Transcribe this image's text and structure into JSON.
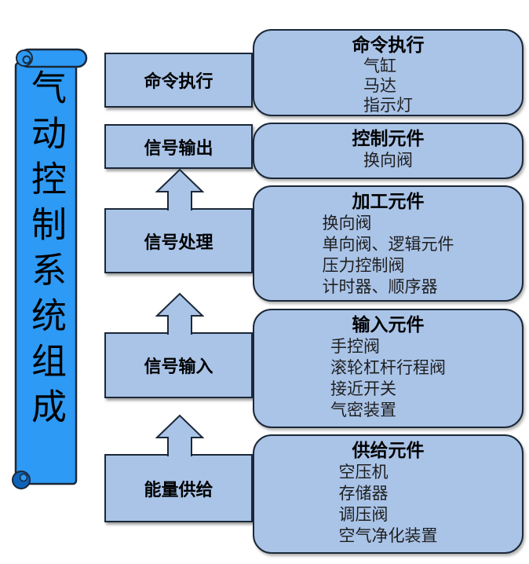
{
  "title_banner": {
    "text": "气动控制系统组成"
  },
  "flow_stages": [
    {
      "label": "命令执行"
    },
    {
      "label": "信号输出"
    },
    {
      "label": "信号处理"
    },
    {
      "label": "信号输入"
    },
    {
      "label": "能量供给"
    }
  ],
  "detail_boxes": [
    {
      "title": "命令执行",
      "items": [
        "气缸",
        "马达",
        "指示灯"
      ]
    },
    {
      "title": "控制元件",
      "items": [
        "换向阀"
      ]
    },
    {
      "title": "加工元件",
      "items": [
        "换向阀",
        "单向阀、逻辑元件",
        "压力控制阀",
        "计时器、顺序器"
      ]
    },
    {
      "title": "输入元件",
      "items": [
        "手控阀",
        "滚轮杠杆行程阀",
        "接近开关",
        "气密装置"
      ]
    },
    {
      "title": "供给元件",
      "items": [
        "空压机",
        "存储器",
        "调压阀",
        "空气净化装置"
      ]
    }
  ],
  "arrows": {
    "glyph": "block-up-arrow",
    "direction": "up",
    "count": 3
  },
  "colors": {
    "banner_blue": "#2d9af5",
    "banner_curl_dark": "#0e63b8",
    "box_fill": "#aac4e8",
    "box_border": "#1b2838",
    "text": "#000000"
  }
}
